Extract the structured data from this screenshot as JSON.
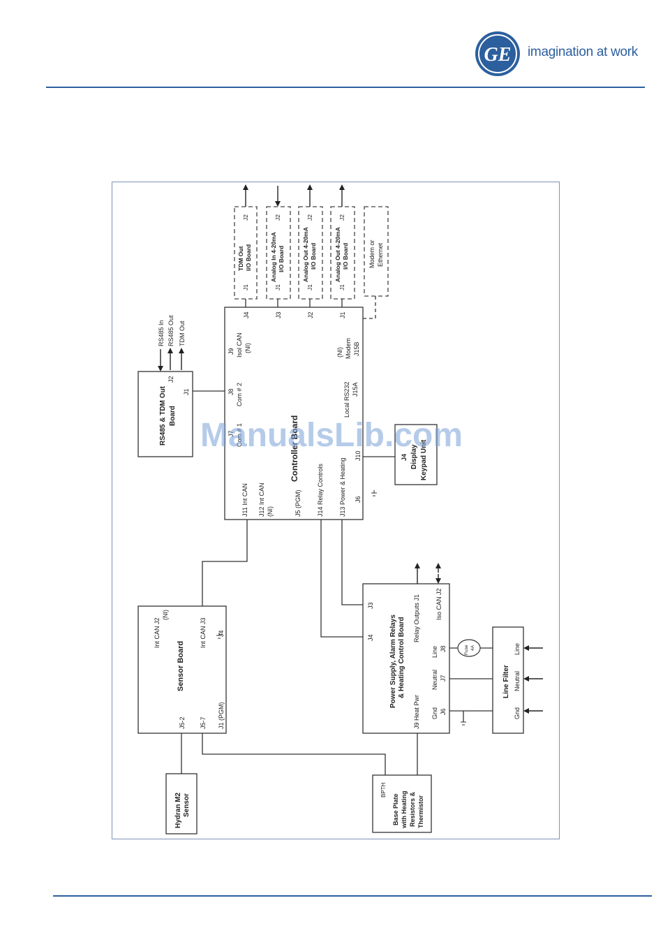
{
  "header": {
    "tagline": "imagination at work",
    "logo_text": "GE"
  },
  "watermark": "ManualsLib.com",
  "diagram": {
    "controller_board": {
      "title": "Controller Board",
      "labels": {
        "j11": "J11 Int CAN",
        "j12a": "J12 Int CAN",
        "j12b": "(NI)",
        "j5": "J5 (PGM)",
        "j14": "J14 Relay Controls",
        "j13": "J13 Power & Heating",
        "j6": "J6",
        "j7": "J7",
        "com1": "Com # 1",
        "j8": "J8",
        "com2": "Com # 2",
        "j9": "J9",
        "isocan": "Isol CAN",
        "isocan_ni": "(NI)",
        "j10": "J10",
        "local232": "Local RS232",
        "j15a": "J15A",
        "ni_modem": "(NI)",
        "modem": "Modem",
        "j15b": "J15B",
        "j4": "J4",
        "j3": "J3",
        "j2": "J2",
        "j1": "J1"
      }
    },
    "rs485_board": {
      "title_line1": "RS485 & TDM Out",
      "title_line2": "Board",
      "j1": "J1",
      "j2": "J2",
      "sig1": "RS485 In",
      "sig2": "RS485 Out",
      "sig3": "TDM Out"
    },
    "display": {
      "j4": "J4",
      "line1": "Display",
      "line2": "Keypad Unit"
    },
    "io_boards": [
      {
        "line1": "TDM Out",
        "line2": "I/O Board",
        "j1": "J1",
        "j2": "J2"
      },
      {
        "line1": "Analog In 4-20mA",
        "line2": "I/O Board",
        "j1": "J1",
        "j2": "J2"
      },
      {
        "line1": "Analog Out 4-20mA",
        "line2": "I/O Board",
        "j1": "J1",
        "j2": "J2"
      },
      {
        "line1": "Analog Out 4-20mA",
        "line2": "I/O Board",
        "j1": "J1",
        "j2": "J2"
      }
    ],
    "modem_box": {
      "line1": "Modem or",
      "line2": "Ethernet"
    },
    "sensor_board": {
      "title": "Sensor Board",
      "intcan_j2": "Int CAN J2",
      "intcan_ni": "(NI)",
      "intcan_j3": "Int CAN J3",
      "j4": "J4",
      "j1": "J1 (PGM)",
      "j52": "J5-2",
      "j57": "J5-7"
    },
    "hydran_sensor": {
      "line1": "Hydran M2",
      "line2": "Sensor"
    },
    "power_board": {
      "line1": "Power Supply, Alarm Relays",
      "line2": "& Heating Control Board",
      "j3": "J3",
      "j4": "J4",
      "relay_outputs": "Relay Outputs J1",
      "iso_can": "Iso CAN J2",
      "line": "Line",
      "j8": "J8",
      "fuse1": "Fuse",
      "fuse2": "4A",
      "heat_pwr": "J9 Heat Pwr",
      "neutral": "Neutral",
      "j7": "J7",
      "gnd": "Gnd",
      "j6": "J6"
    },
    "base_plate": {
      "code": "BPTH",
      "line1": "Base Plate",
      "line2": "with Heating",
      "line3": "Resistors &",
      "line4": "Thermistor"
    },
    "line_filter": {
      "title": "Line Filter",
      "gnd": "Gnd",
      "neutral": "Neutral",
      "line": "Line"
    }
  }
}
